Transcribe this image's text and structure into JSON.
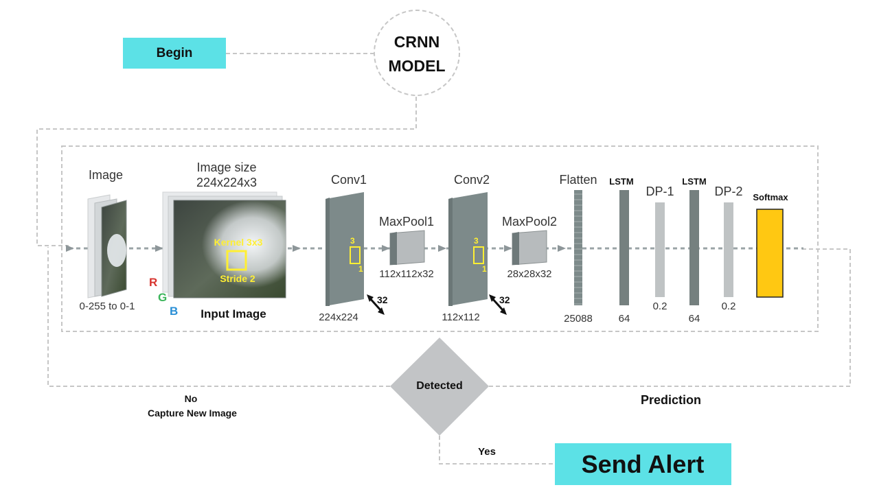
{
  "flow": {
    "begin": "Begin",
    "model_line1": "CRNN",
    "model_line2": "MODEL",
    "decision": "Detected",
    "no_label": "No",
    "no_action": "Capture New Image",
    "yes_label": "Yes",
    "alert": "Send Alert",
    "prediction": "Prediction"
  },
  "network": {
    "image": {
      "title": "Image",
      "range": "0-255 to 0-1"
    },
    "input": {
      "size_title_1": "Image size",
      "size_title_2": "224x224x3",
      "kernel": "Kernel 3x3",
      "stride": "Stride 2",
      "ch_r": "R",
      "ch_g": "G",
      "ch_b": "B",
      "caption": "Input Image"
    },
    "conv1": {
      "title": "Conv1",
      "size": "224x224",
      "depth": "32",
      "k3": "3",
      "k1": "1"
    },
    "maxpool1": {
      "title": "MaxPool1",
      "size": "112x112x32"
    },
    "conv2": {
      "title": "Conv2",
      "size": "112x112",
      "depth": "32",
      "k3": "3",
      "k1": "1"
    },
    "maxpool2": {
      "title": "MaxPool2",
      "size": "28x28x32"
    },
    "flatten": {
      "title": "Flatten",
      "size": "25088"
    },
    "lstm1": {
      "title": "LSTM",
      "size": "64"
    },
    "dp1": {
      "title": "DP-1",
      "rate": "0.2"
    },
    "lstm2": {
      "title": "LSTM",
      "size": "64"
    },
    "dp2": {
      "title": "DP-2",
      "rate": "0.2"
    },
    "softmax": {
      "title": "Softmax"
    }
  },
  "colors": {
    "cyan": "#5ce1e6",
    "softmax": "#ffc812",
    "dashed": "#c6c6c6",
    "layer_dark": "#7d8a8a",
    "layer_light": "#bfc3c4",
    "diamond": "#c2c4c6",
    "kernel": "#ffef33"
  }
}
